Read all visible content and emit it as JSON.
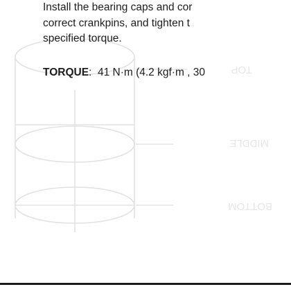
{
  "instruction": {
    "line1": "Install the bearing caps and cor",
    "line2": "correct crankpins, and tighten t",
    "line3": "specified torque."
  },
  "torque": {
    "label": "TORQUE",
    "separator": ":",
    "value": "41 N·m (4.2 kgf·m , 30"
  },
  "figure": {
    "top_label": "TOP",
    "middle_label": "MIDDLE",
    "bottom_label": "BOTTOM"
  },
  "colors": {
    "text": "#1c1c1c",
    "faint": "#dedede",
    "rule": "#1a1a1a"
  }
}
